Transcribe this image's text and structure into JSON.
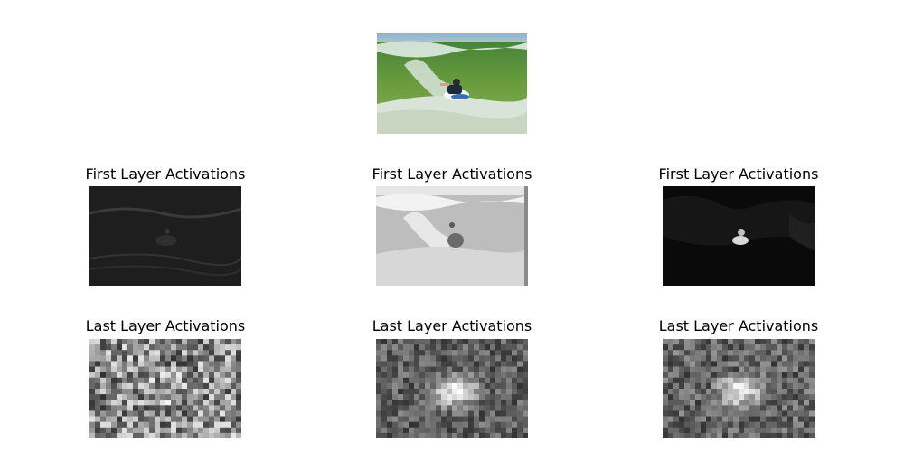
{
  "original": {
    "title": "Original Image"
  },
  "first_layer": [
    {
      "title_line1": "First Layer Activations",
      "title_line2": "Filter 1"
    },
    {
      "title_line1": "First Layer Activations",
      "title_line2": "Filter 2"
    },
    {
      "title_line1": "First Layer Activations",
      "title_line2": "Filter 3"
    }
  ],
  "last_layer": [
    {
      "title_line1": "Last Layer Activations",
      "title_line2": "Filter 1"
    },
    {
      "title_line1": "Last Layer Activations",
      "title_line2": "Filter 2"
    },
    {
      "title_line1": "Last Layer Activations",
      "title_line2": "Filter 3"
    }
  ]
}
